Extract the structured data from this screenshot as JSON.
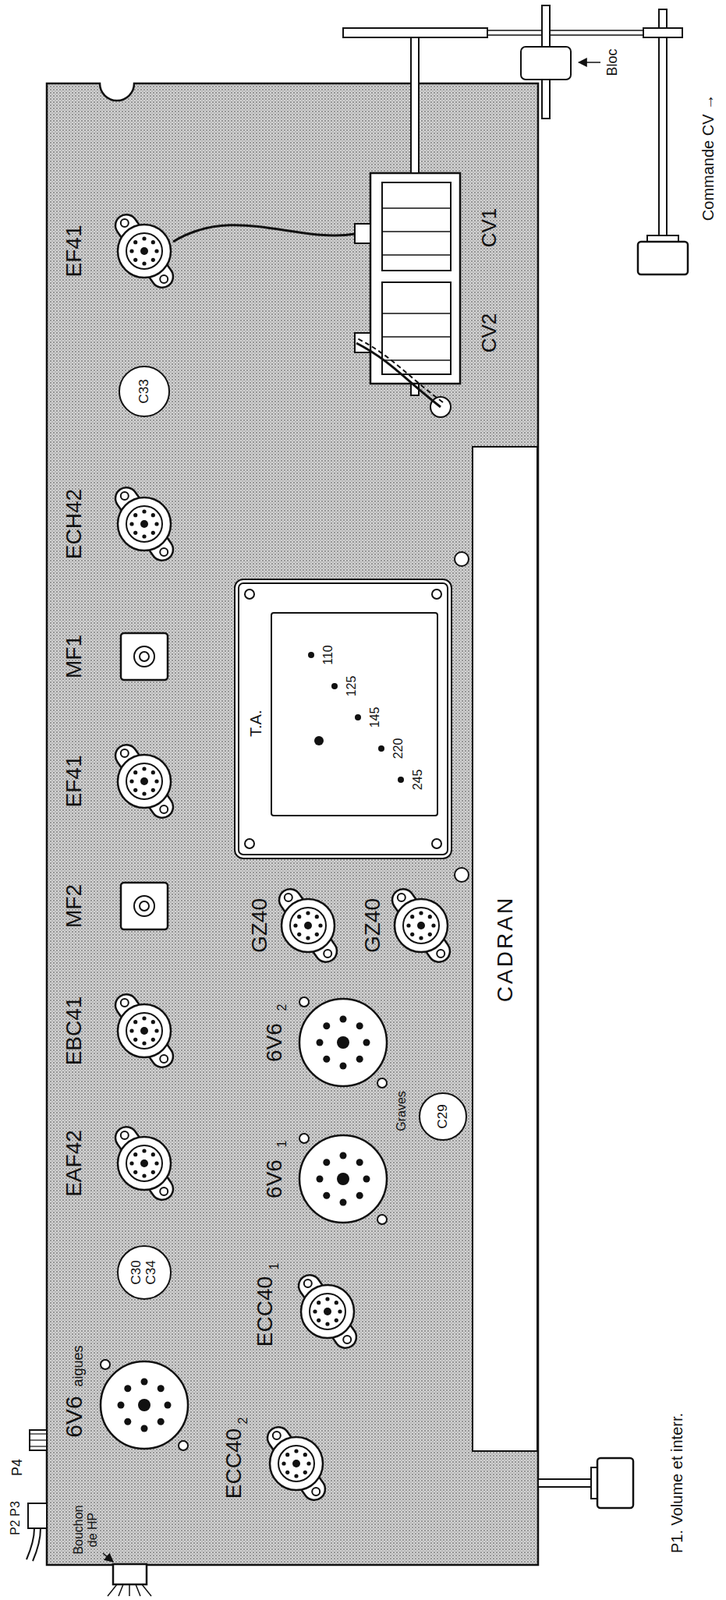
{
  "diagram": {
    "nodes": [
      {
        "text": [
          "C33"
        ]
      },
      {
        "text": [
          "T.A."
        ]
      },
      {
        "text": [
          "110",
          "125",
          "145",
          "220",
          "245"
        ],
        "in": 1
      },
      {
        "text": [
          "CADRAN"
        ]
      },
      {
        "text": [
          "C29"
        ]
      },
      {
        "text": [
          "C30 C34"
        ]
      }
    ],
    "labels": [
      "Bloc",
      "Commande CV →",
      "EF41",
      "CV1",
      "CV2",
      "ECH42",
      "MF1",
      "EF41",
      "MF2",
      "GZ40",
      "GZ40",
      "EBC41",
      "6V6",
      "2",
      "Graves",
      "EAF42",
      "6V6",
      "1",
      "ECC40",
      "1",
      "6V6",
      "aigues",
      "ECC40",
      "2",
      "P1. Volume et interr.",
      "P4",
      "P2 P3",
      "Bouchon de HP"
    ]
  }
}
